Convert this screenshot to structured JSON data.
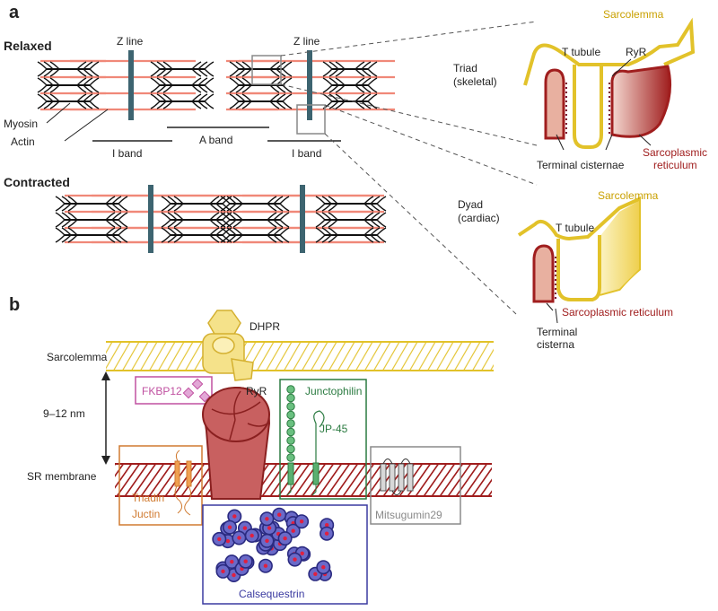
{
  "panel_a": {
    "letter": "a",
    "relaxed": "Relaxed",
    "contracted": "Contracted",
    "z_line": "Z line",
    "myosin": "Myosin",
    "actin": "Actin",
    "i_band": "I band",
    "a_band": "A band",
    "triad": {
      "name": "Triad",
      "sub": "(skeletal)"
    },
    "dyad": {
      "name": "Dyad",
      "sub": "(cardiac)"
    },
    "sarcolemma": "Sarcolemma",
    "t_tubule": "T tubule",
    "ryr": "RyR",
    "terminal_cisternae": "Terminal cisternae",
    "sr_line1": "Sarcoplasmic",
    "sr_line2": "reticulum",
    "sr_full": "Sarcoplasmic reticulum",
    "terminal": "Terminal",
    "cisterna": "cisterna"
  },
  "panel_b": {
    "letter": "b",
    "dhpr": "DHPR",
    "sarcolemma": "Sarcolemma",
    "fkbp12": "FKBP12",
    "ryr": "RyR",
    "junctophilin": "Junctophilin",
    "jp45": "JP-45",
    "distance": "9–12 nm",
    "sr_membrane": "SR membrane",
    "triadin": "Triadin",
    "juctin": "Juctin",
    "mitsugumin": "Mitsugumin29",
    "calsequestrin": "Calsequestrin"
  },
  "colors": {
    "actin": "#f08878",
    "z_line": "#3d6470",
    "sarcolemma": "#e2c22a",
    "sr": "#a01e1e",
    "fkbp": "#c050a0",
    "junctophilin": "#2a7a40",
    "triadin": "#d07a30",
    "mitsugumin": "#8a8a8a",
    "calsequestrin": "#3a3aa0"
  }
}
